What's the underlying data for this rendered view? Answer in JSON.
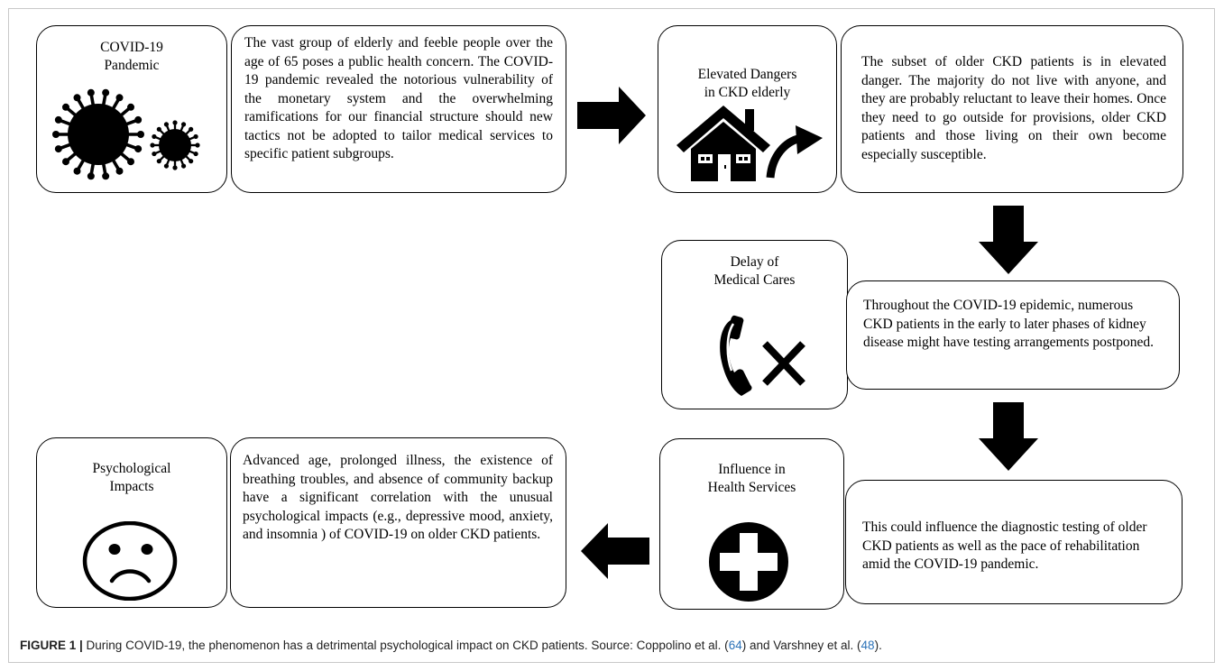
{
  "figure": {
    "steps": [
      {
        "id": "covid-pandemic",
        "title": [
          "COVID-19",
          "Pandemic"
        ],
        "icon": "virus-icon",
        "text": "The vast group of elderly and feeble people over the age of 65 poses a public health concern. The COVID-19 pandemic revealed the notorious vulnerability of the monetary system and the overwhelming ramifications for our financial structure should new tactics not be adopted to tailor medical services to specific patient subgroups."
      },
      {
        "id": "elevated-dangers",
        "title": [
          "Elevated Dangers",
          "in CKD elderly"
        ],
        "icon": "house-leaving-icon",
        "text": "The subset of older CKD patients is in elevated danger. The majority do not live with anyone, and they are probably reluctant to leave their homes. Once they need to go outside for provisions, older CKD patients and those living on their own become especially susceptible."
      },
      {
        "id": "delay-medical-cares",
        "title": [
          "Delay of",
          "Medical Cares"
        ],
        "icon": "phone-cancel-icon",
        "text": "Throughout the COVID-19 epidemic, numerous CKD patients in the early to later phases of kidney disease might have testing arrangements postponed."
      },
      {
        "id": "influence-health-services",
        "title": [
          "Influence in",
          "Health Services"
        ],
        "icon": "medical-cross-icon",
        "text": "This could influence the diagnostic testing of older CKD patients as well as the pace of rehabilitation amid the COVID-19 pandemic."
      },
      {
        "id": "psychological-impacts",
        "title": [
          "Psychological",
          "Impacts"
        ],
        "icon": "sad-face-icon",
        "text": "Advanced age, prolonged illness, the existence of breathing troubles, and absence of community backup have a significant correlation with the unusual psychological impacts (e.g., depressive mood, anxiety, and insomnia ) of COVID-19 on older CKD patients."
      }
    ],
    "arrows": [
      "arrow-right-icon",
      "arrow-down-icon",
      "arrow-down-icon",
      "arrow-left-icon"
    ]
  },
  "caption": {
    "label": "FIGURE 1 |",
    "text_before": " During COVID-19, the phenomenon has a detrimental psychological impact on CKD patients. Source: Coppolino et al. (",
    "ref1": "64",
    "text_middle": ") and Varshney et al. (",
    "ref2": "48",
    "text_after": ")."
  }
}
